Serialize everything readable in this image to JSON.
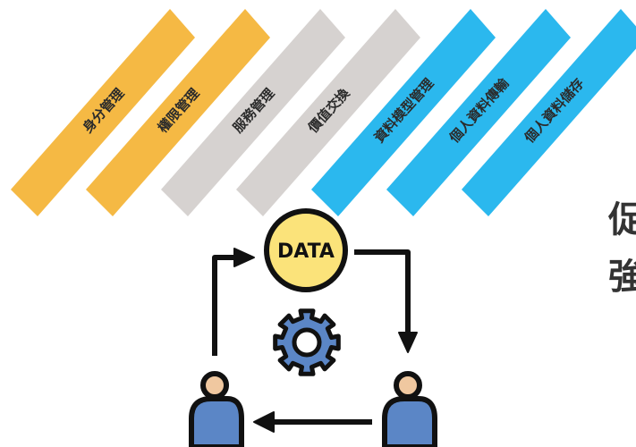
{
  "bands": [
    {
      "label": "身分管理",
      "color": "#F5B944"
    },
    {
      "label": "權限管理",
      "color": "#F5B944"
    },
    {
      "label": "服務管理",
      "color": "#D6D2D0"
    },
    {
      "label": "價值交換",
      "color": "#D6D2D0"
    },
    {
      "label": "資料模型管理",
      "color": "#2BB8EE"
    },
    {
      "label": "個人資料傳輸",
      "color": "#2BB8EE"
    },
    {
      "label": "個人資料儲存",
      "color": "#2BB8EE"
    }
  ],
  "diagram": {
    "center_label": "DATA",
    "center_fill": "#FBE37A",
    "person_body_color": "#5B86C6",
    "person_head_color": "#F0C8A0",
    "gear_color": "#5B86C6",
    "arrow_color": "#111111",
    "icons": [
      "data-circle",
      "gear-icon",
      "person-left-icon",
      "person-right-icon"
    ]
  },
  "side_title": {
    "line1": "促",
    "line2": "強"
  }
}
